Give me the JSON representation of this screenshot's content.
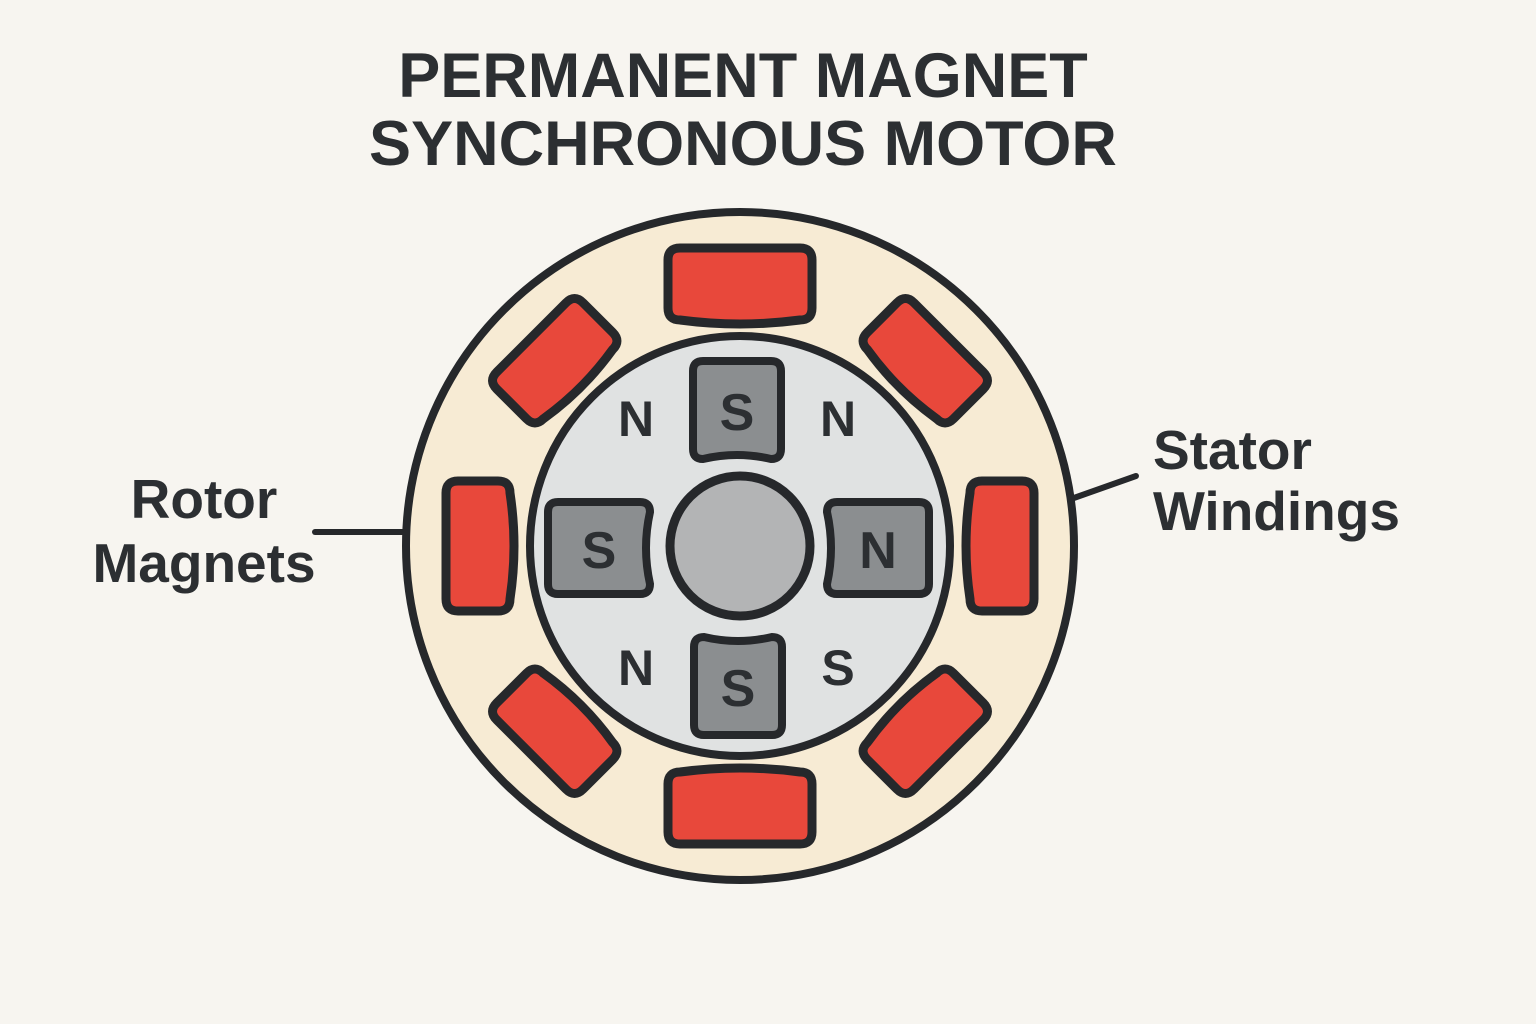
{
  "title": {
    "line1": "PERMANENT MAGNET",
    "line2": "SYNCHRONOUS MOTOR"
  },
  "labels": {
    "rotor": {
      "line1": "Rotor",
      "line2": "Magnets"
    },
    "stator": {
      "line1": "Stator",
      "line2": "Windings"
    }
  },
  "motor": {
    "magnets": {
      "top": "S",
      "left": "S",
      "right": "N",
      "bottom": "S"
    },
    "poles": {
      "top_left": "N",
      "top_right": "N",
      "bottom_left": "N",
      "bottom_right": "S"
    },
    "winding_count": 8
  },
  "colors": {
    "background": "#f7f5f0",
    "text": "#2c2f32",
    "outline": "#26282b",
    "stator_ring": "#f7ebd4",
    "winding_red": "#e8483b",
    "rotor_body": "#e0e2e2",
    "magnet_gray": "#8b8e90",
    "shaft_gray": "#b3b4b5"
  }
}
